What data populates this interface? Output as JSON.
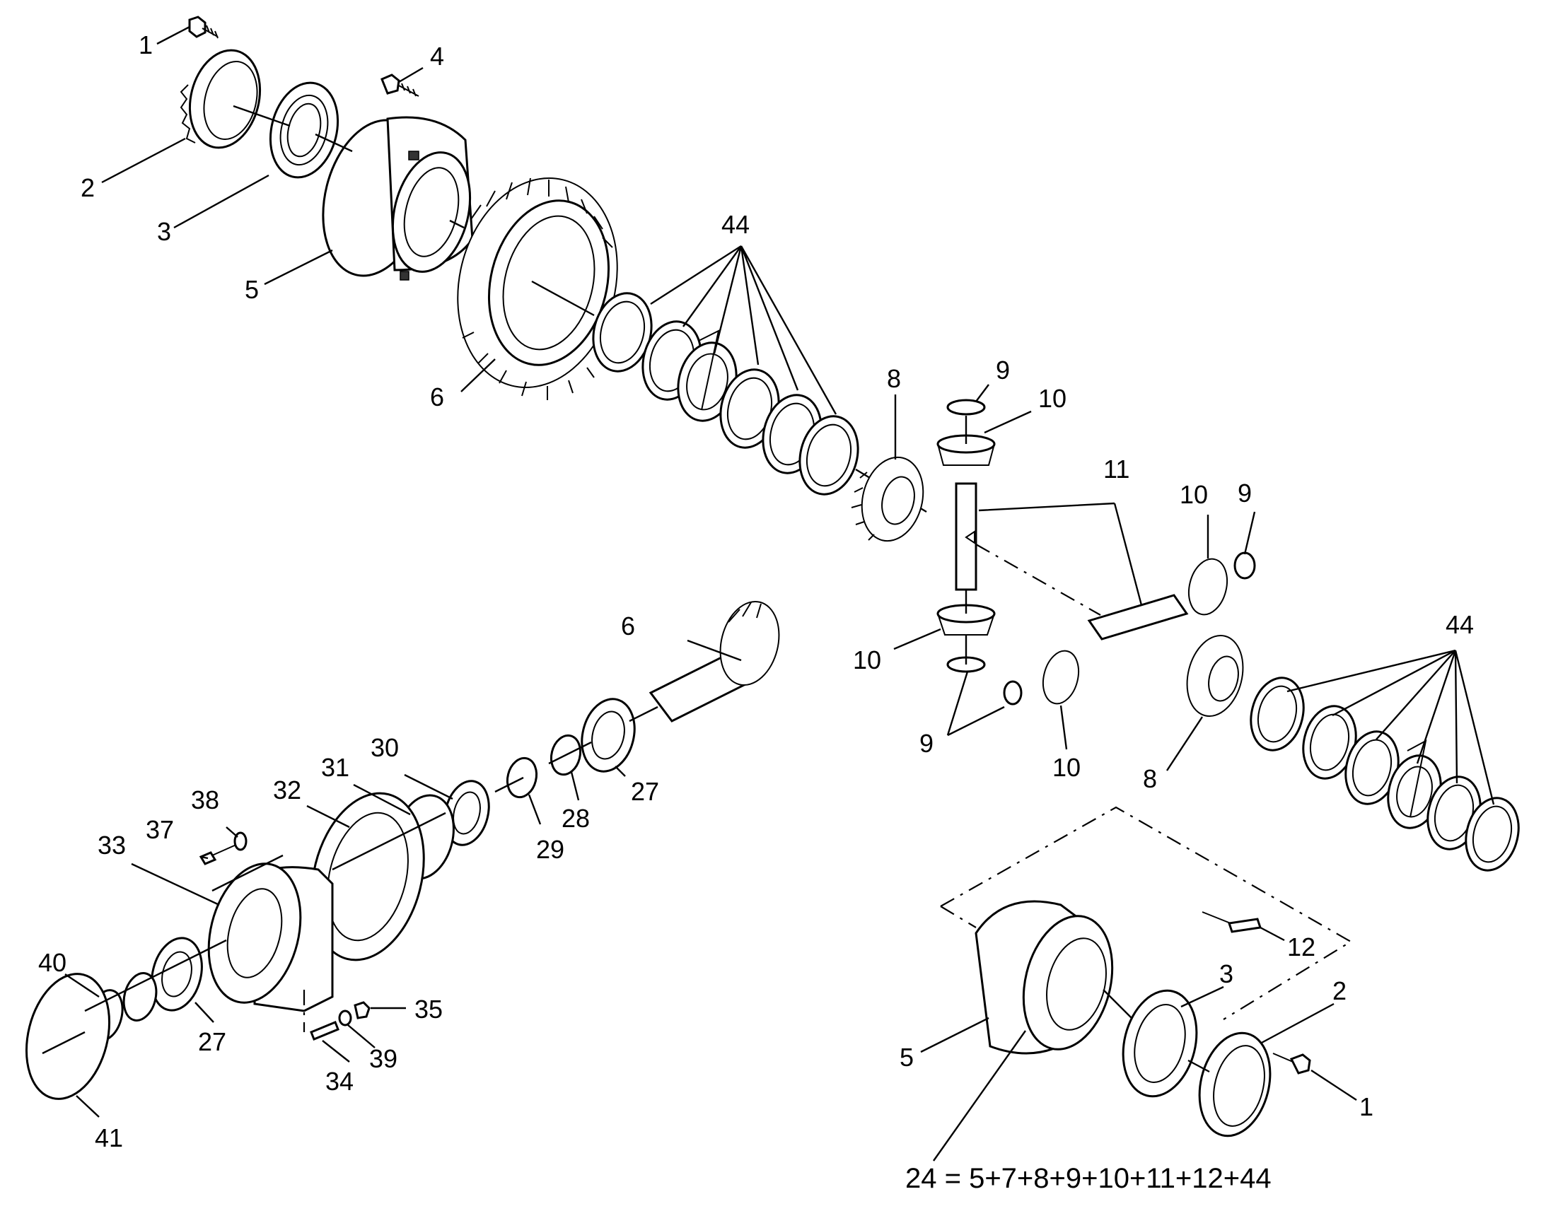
{
  "labels": {
    "p1a": "1",
    "p2a": "2",
    "p3a": "3",
    "p4": "4",
    "p5a": "5",
    "p6a": "6",
    "p44a": "44",
    "p8a": "8",
    "p9a": "9",
    "p10a": "10",
    "p11": "11",
    "p10b": "10",
    "p9b": "9",
    "p6b": "6",
    "p10c": "10",
    "p9c": "9",
    "p10d": "10",
    "p8b": "8",
    "p44b": "44",
    "p30": "30",
    "p31": "31",
    "p32": "32",
    "p38": "38",
    "p37": "37",
    "p33": "33",
    "p27a": "27",
    "p28": "28",
    "p29": "29",
    "p40": "40",
    "p27b": "27",
    "p35": "35",
    "p34": "34",
    "p39": "39",
    "p41": "41",
    "p12": "12",
    "p3b": "3",
    "p2b": "2",
    "p5b": "5",
    "p1b": "1"
  },
  "formula": "24 = 5+7+8+9+10+11+12+44"
}
